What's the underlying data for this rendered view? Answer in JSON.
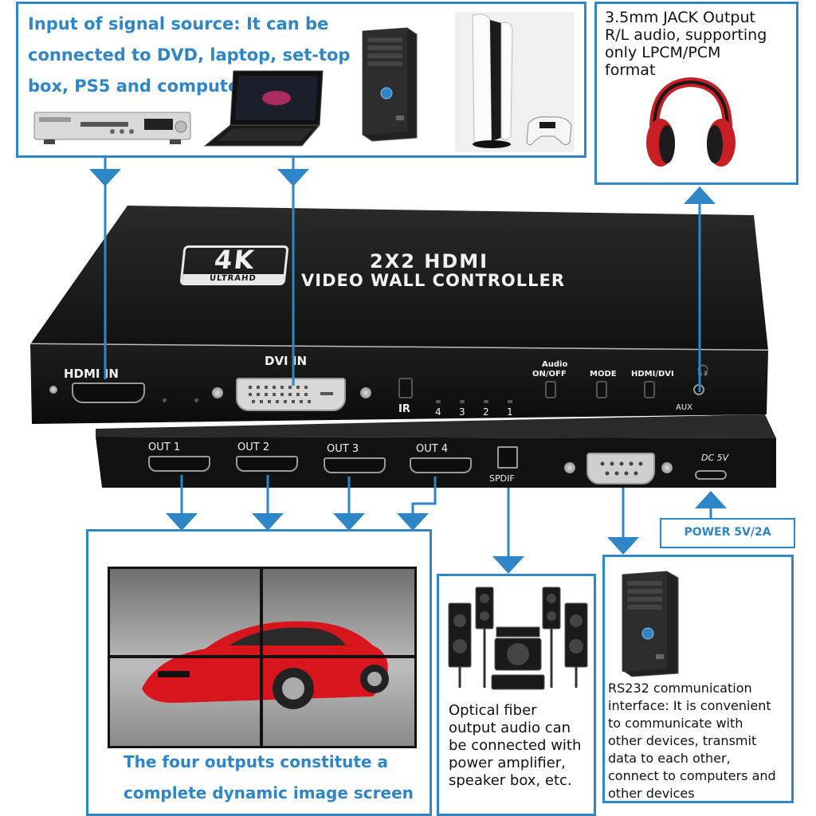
{
  "input_box": {
    "text_lines": [
      "Input of signal source: It can be",
      "connected to DVD, laptop, set-top",
      "box, PS5 and computer."
    ]
  },
  "audio_box": {
    "text_lines": [
      "3.5mm JACK Output",
      "R/L audio, supporting",
      "only LPCM/PCM",
      "format"
    ]
  },
  "device": {
    "badge_main": "4K",
    "badge_sub": "ULTRAHD",
    "title_line1": "2X2 HDMI",
    "title_line2": "VIDEO WALL CONTROLLER",
    "front_labels": {
      "hdmi_in": "HDMI IN",
      "dvi_in": "DVI IN",
      "ir": "IR",
      "led_4": "4",
      "led_3": "3",
      "led_2": "2",
      "led_1": "1",
      "audio_onoff_1": "Audio",
      "audio_onoff_2": "ON/OFF",
      "mode": "MODE",
      "hdmi_dvi": "HDMI/DVI",
      "aux": "AUX"
    },
    "back_labels": {
      "out1": "OUT 1",
      "out2": "OUT 2",
      "out3": "OUT 3",
      "out4": "OUT 4",
      "spdif": "SPDIF",
      "dc": "DC 5V"
    }
  },
  "power_box": {
    "label": "POWER 5V/2A"
  },
  "wall_box": {
    "text_lines": [
      "The four outputs constitute a",
      "complete dynamic image screen"
    ]
  },
  "optical_box": {
    "text_lines": [
      "Optical fiber",
      "output audio can",
      "be connected with",
      "power amplifier,",
      "speaker box, etc."
    ]
  },
  "rs232_box": {
    "text_lines": [
      "RS232 communication",
      "interface: It is convenient",
      "to communicate with",
      "other devices, transmit",
      "data to each other,",
      "connect to computers and",
      "other devices"
    ]
  },
  "colors": {
    "accent": "#2f86c6",
    "device_body": "#1a1a1a",
    "car_red": "#d8141c"
  }
}
